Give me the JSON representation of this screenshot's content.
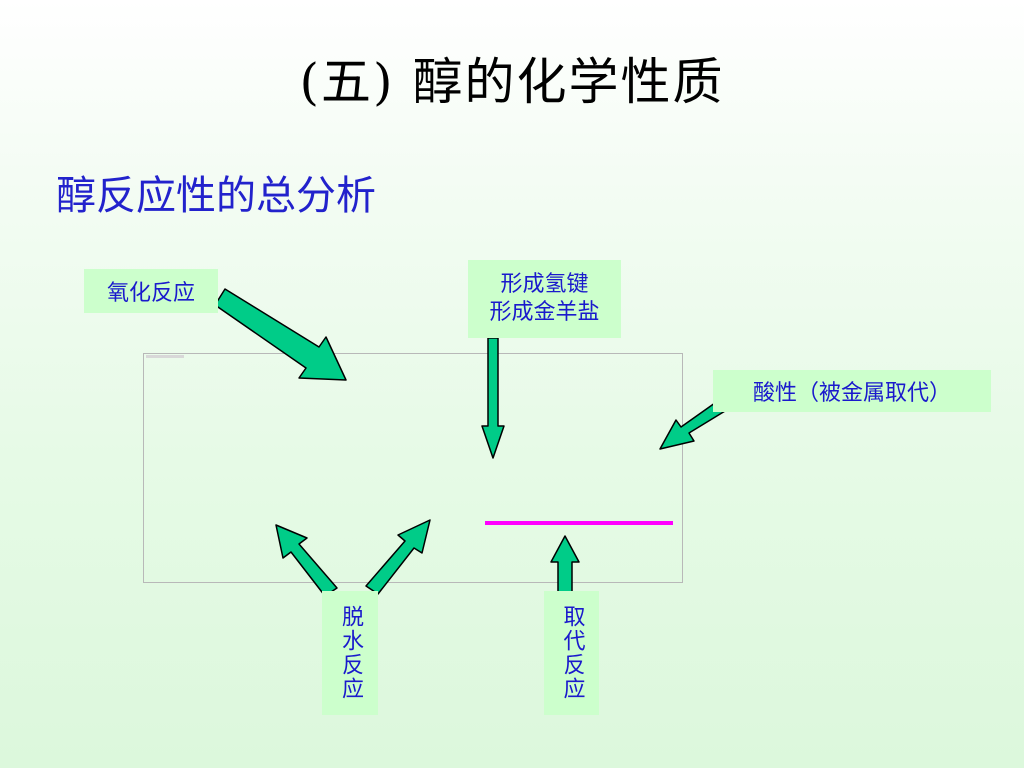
{
  "title": "(五) 醇的化学性质",
  "subtitle": "醇反应性的总分析",
  "labels": {
    "oxidation": "氧化反应",
    "hbond_line1": "形成氢键",
    "hbond_line2": "形成金羊盐",
    "acidity": "酸性（被金属取代）",
    "dehydration": "脱水反应",
    "substitution": "取代反应"
  },
  "colors": {
    "title": "#000000",
    "subtitle": "#2222cc",
    "label_text": "#1a1acc",
    "label_bg": "#ccffcc",
    "arrow_fill": "#00cc88",
    "bond_highlight": "#ff00ff"
  }
}
